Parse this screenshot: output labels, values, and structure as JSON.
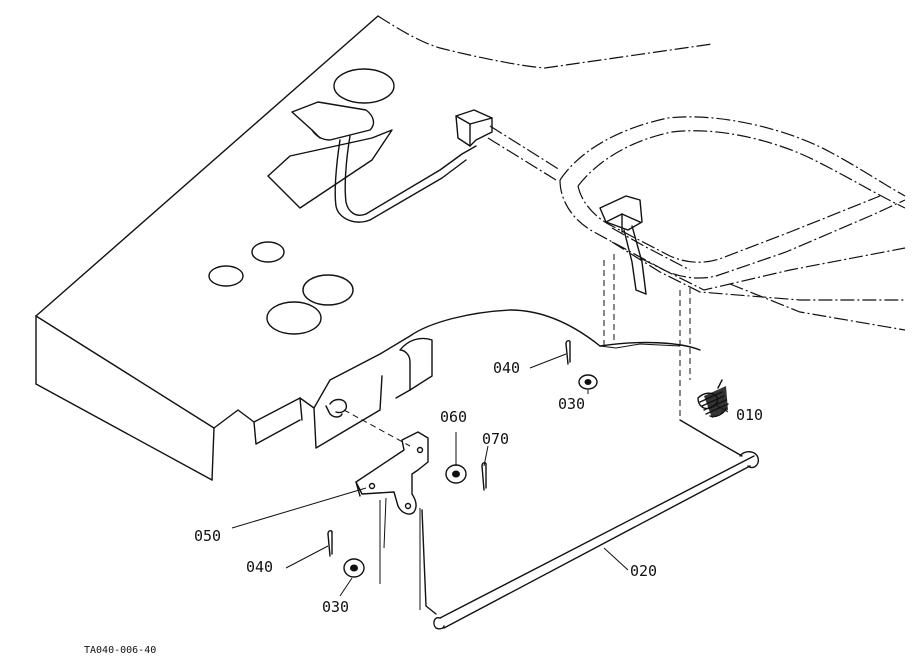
{
  "figure": {
    "code": "TA040-006-40"
  },
  "callouts": [
    {
      "id": "c010",
      "text": "010"
    },
    {
      "id": "c020",
      "text": "020"
    },
    {
      "id": "c030a",
      "text": "030"
    },
    {
      "id": "c030b",
      "text": "030"
    },
    {
      "id": "c040a",
      "text": "040"
    },
    {
      "id": "c040b",
      "text": "040"
    },
    {
      "id": "c050",
      "text": "050"
    },
    {
      "id": "c060",
      "text": "060"
    },
    {
      "id": "c070",
      "text": "070"
    }
  ]
}
